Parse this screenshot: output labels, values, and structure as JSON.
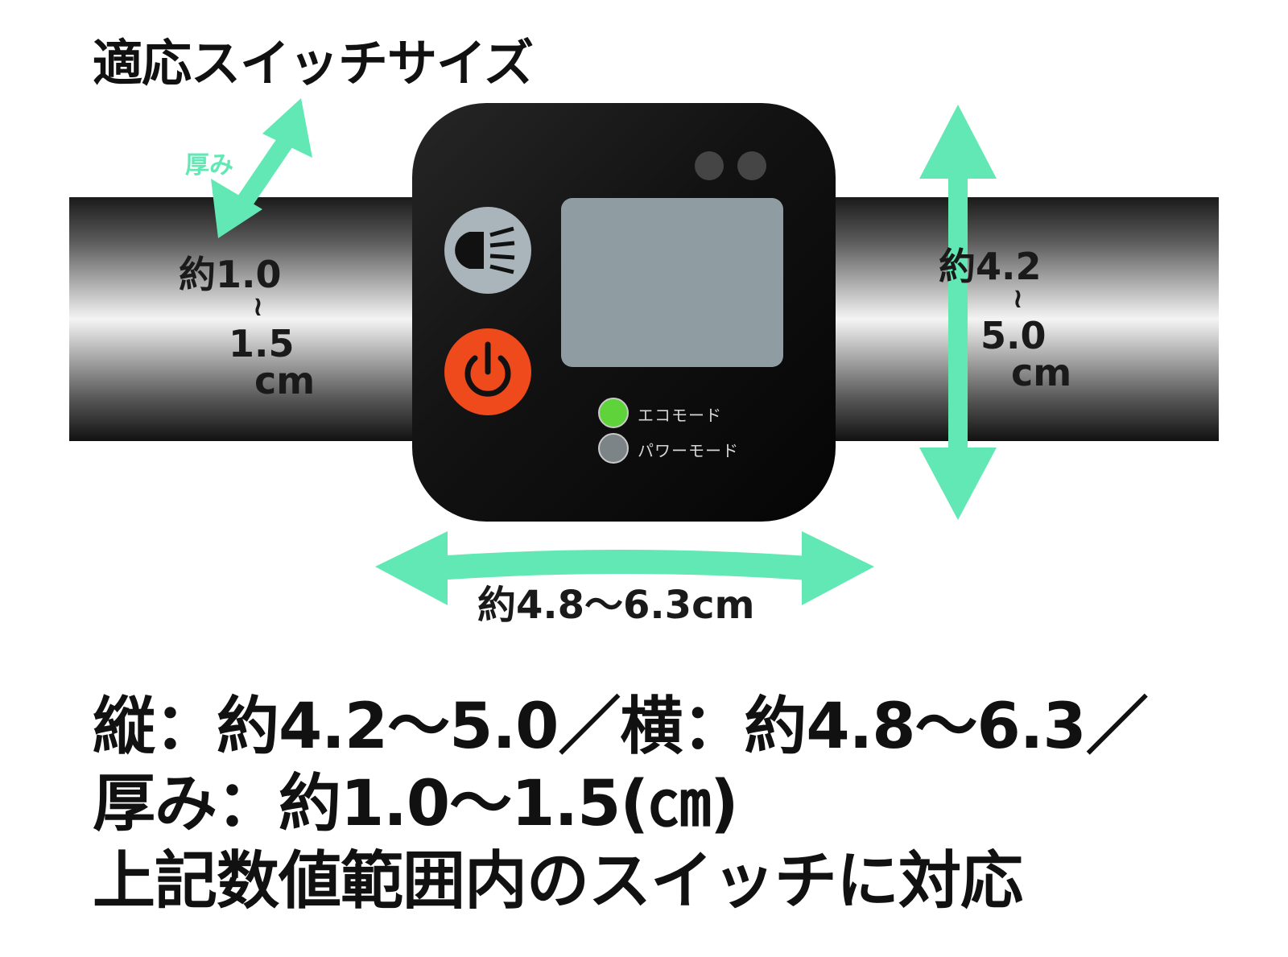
{
  "title": "適応スイッチサイズ",
  "thickness_label": "厚み",
  "thickness_dim": {
    "value": "約1.0",
    "tilde": "≀",
    "value2": "1.5",
    "unit": "cm"
  },
  "height_dim": {
    "value": "約4.2",
    "tilde": "≀",
    "value2": "5.0",
    "unit": "cm"
  },
  "width_dim": "約4.8〜6.3cm",
  "device": {
    "eco_mode_label": "エコモード",
    "power_mode_label": "パワーモード",
    "eco_led_color": "#5fd43a",
    "power_led_color": "#7c8488",
    "power_button_color": "#ee4a1c",
    "light_button_color": "#a9b5ba",
    "screen_color": "#8f9ca2"
  },
  "arrow_color": "#61e8b4",
  "caption": {
    "line1": "縦：約4.2〜5.0／横：約4.8〜6.3／",
    "line2": "厚み：約1.0〜1.5(㎝)",
    "line3": "上記数値範囲内のスイッチに対応"
  }
}
